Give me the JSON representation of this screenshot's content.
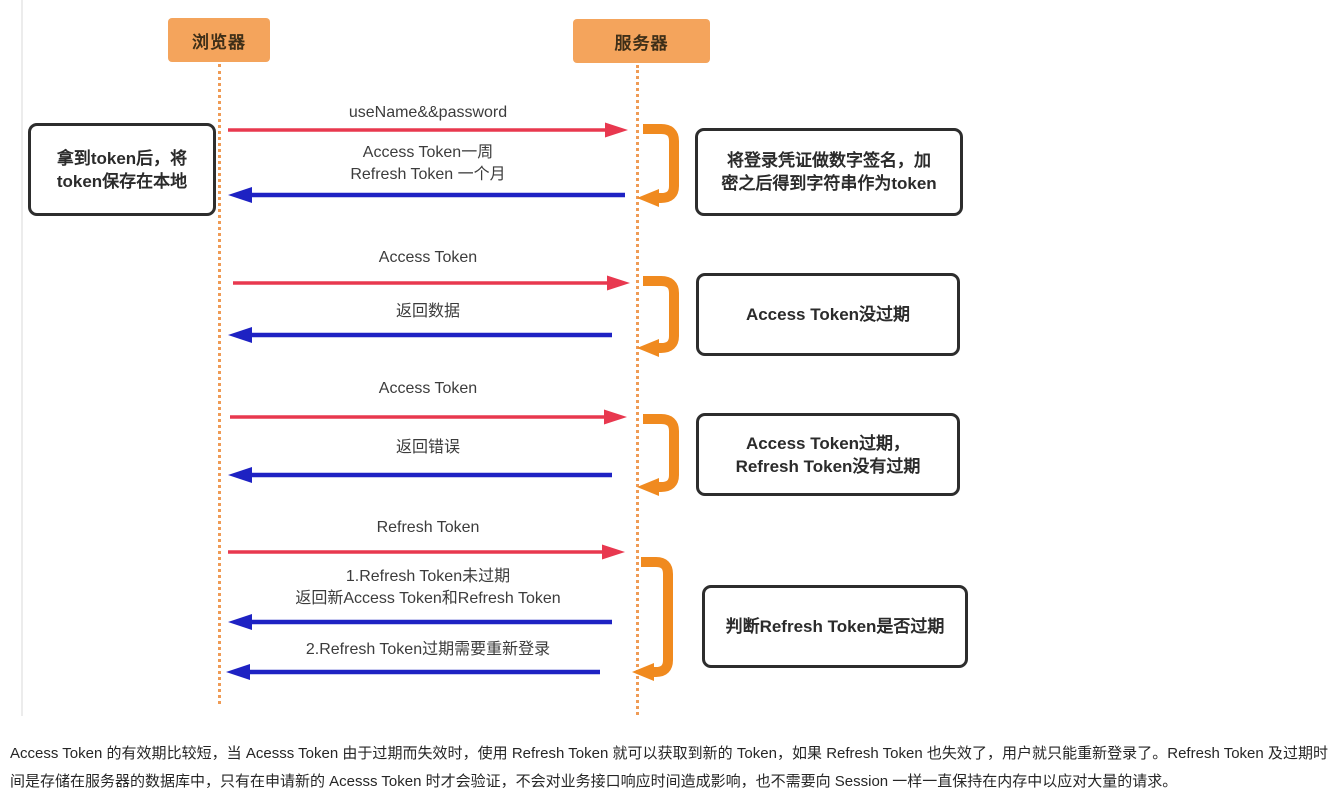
{
  "colors": {
    "actor_fill": "#f4a45c",
    "arrow_request": "#e8384f",
    "arrow_response": "#1e22c3",
    "loop": "#f08a1f",
    "lifeline": "#ef9b55"
  },
  "diagram": {
    "actors": [
      {
        "id": "browser",
        "label": "浏览器"
      },
      {
        "id": "server",
        "label": "服务器"
      }
    ],
    "messages": [
      {
        "direction": "request",
        "lines": [
          "useName&&password"
        ]
      },
      {
        "direction": "response",
        "lines": [
          "Access Token一周",
          "Refresh Token 一个月"
        ]
      },
      {
        "direction": "request",
        "lines": [
          "Access Token"
        ]
      },
      {
        "direction": "response",
        "lines": [
          "返回数据"
        ]
      },
      {
        "direction": "request",
        "lines": [
          "Access Token"
        ]
      },
      {
        "direction": "response",
        "lines": [
          "返回错误"
        ]
      },
      {
        "direction": "request",
        "lines": [
          "Refresh Token"
        ]
      },
      {
        "direction": "response",
        "lines": [
          "1.Refresh Token未过期",
          "返回新Access Token和Refresh Token"
        ]
      },
      {
        "direction": "response",
        "lines": [
          "2.Refresh Token过期需要重新登录"
        ]
      }
    ],
    "notes": [
      {
        "id": "save-token",
        "lines": [
          "拿到token后，将",
          "token保存在本地"
        ]
      },
      {
        "id": "sign-token",
        "lines": [
          "将登录凭证做数字签名，加",
          "密之后得到字符串作为token"
        ]
      },
      {
        "id": "token-valid",
        "lines": [
          "Access Token没过期"
        ]
      },
      {
        "id": "token-expired",
        "lines": [
          "Access Token过期，",
          "Refresh Token没有过期"
        ]
      },
      {
        "id": "check-refresh",
        "lines": [
          "判断Refresh Token是否过期"
        ]
      }
    ]
  },
  "caption": {
    "text": "Access Token 的有效期比较短，当 Acesss Token 由于过期而失效时，使用 Refresh Token 就可以获取到新的 Token，如果 Refresh Token 也失效了，用户就只能重新登录了。Refresh Token 及过期时间是存储在服务器的数据库中，只有在申请新的 Acesss Token 时才会验证，不会对业务接口响应时间造成影响，也不需要向 Session 一样一直保持在内存中以应对大量的请求。"
  }
}
